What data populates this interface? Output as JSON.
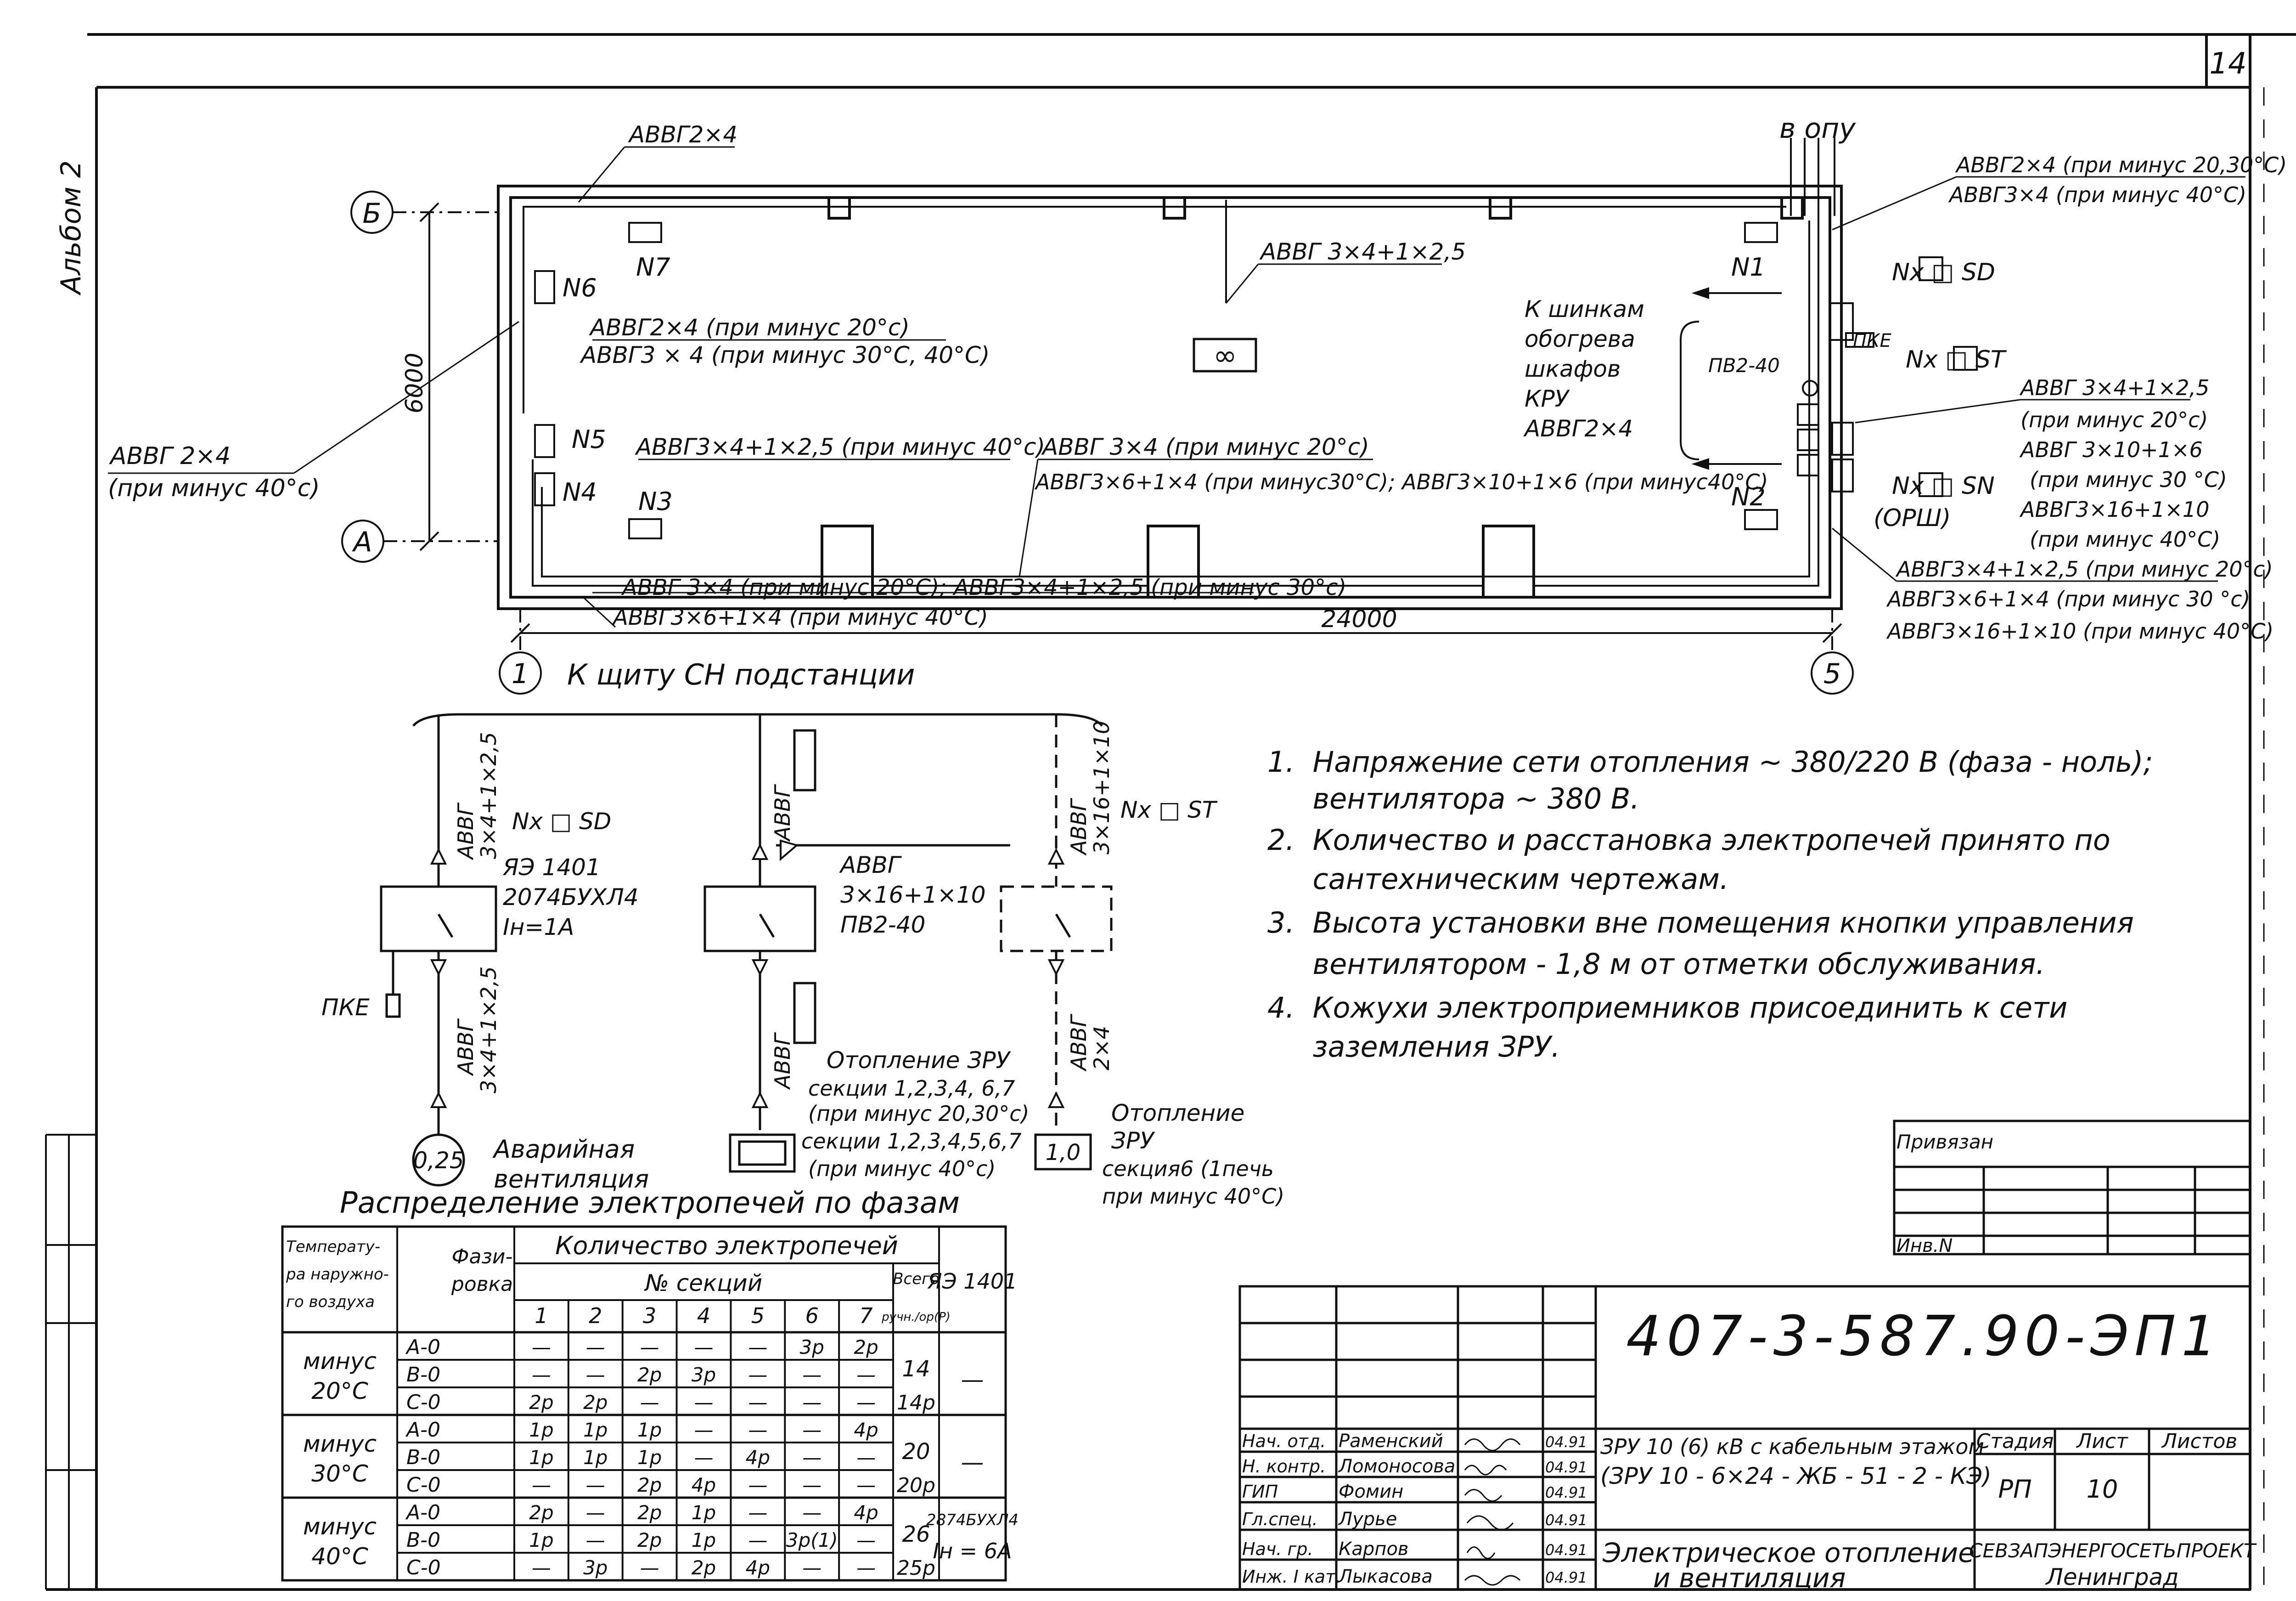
{
  "sheet": {
    "page_number": "14",
    "album": "Альбом 2",
    "drawing_code": "407-3-587.90-ЭП1"
  },
  "plan": {
    "grid": {
      "axis_b": "Б",
      "axis_a": "А",
      "axis_1": "1",
      "axis_5": "5"
    },
    "dim_vertical": "6000",
    "dim_horizontal": "24000",
    "to_substation": "К щиту СН подстанции",
    "to_opu": "в опу",
    "heater_labels": {
      "n1": "N1",
      "n2": "N2",
      "n3": "N3",
      "n4": "N4",
      "n5": "N5",
      "n6": "N6",
      "n7": "N7"
    },
    "cable_labels": {
      "top": "АВВГ2×4",
      "left_1": "АВВГ 2×4",
      "left_2": "(при минус 40°с)",
      "inner_1": "АВВГ2×4 (при минус 20°с)",
      "inner_2": "АВВГ3 × 4 (при минус 30°С, 40°С)",
      "fan_cable": "АВВГ 3×4+1×2,5",
      "n5_cable": "АВВГ3×4+1×2,5 (при минус 40°с)",
      "mid_1": "АВВГ 3×4 (при минус 20°с)",
      "mid_2": "АВВГ3×6+1×4 (при минус30°С); АВВГ3×10+1×6 (при минус40°С)",
      "bottom_1": "АВВГ 3×4 (при минус 20°С); АВВГ3×4+1×2,5 (при минус 30°с)",
      "bottom_2": "АВВГ3×6+1×4 (при минус 40°С)",
      "right_top_1": "АВВГ2×4 (при минус 20,30°С)",
      "right_top_2": "АВВГ3×4 (при минус 40°С)",
      "right_mid_1": "АВВГ 3×4+1×2,5",
      "right_mid_2": "(при минус 20°с)",
      "right_mid_3": "АВВГ 3×10+1×6",
      "right_mid_4": "(при минус 30 °С)",
      "right_mid_5": "АВВГ3×16+1×10",
      "right_mid_6": "(при минус 40°С)",
      "right_bot_1": "АВВГ3×4+1×2,5 (при минус 20°с)",
      "right_bot_2": "АВВГ3×6+1×4 (при минус 30 °с)",
      "right_bot_3": "АВВГ3×16+1×10 (при минус 40°С)"
    },
    "busbar_note": [
      "К шинкам",
      "обогрева",
      "шкафов",
      "КРУ",
      "АВВГ2×4"
    ],
    "pv_label": "ПВ2-40",
    "pke": "ПКЕ",
    "box_sd": "Nx □ SD",
    "box_st": "Nx □ ST",
    "box_sn": "Nx □ SN",
    "orsh": "(ОРШ)"
  },
  "schematic": {
    "left": {
      "cable_top_1": "АВВГ",
      "cable_top_2": "3×4+1×2,5",
      "box": "Nx □ SD",
      "device_1": "ЯЭ 1401",
      "device_2": "2074БУХЛ4",
      "device_3": "Iн=1А",
      "pke": "ПКЕ",
      "cable_bot_1": "АВВГ",
      "cable_bot_2": "3×4+1×2,5",
      "load": "0,25",
      "load_1": "Аварийная",
      "load_2": "вентиляция"
    },
    "middle": {
      "cable_top": "АВВГ",
      "feed_1": "АВВГ",
      "feed_2": "3×16+1×10",
      "feed_3": "ПВ2-40",
      "cable_bot": "АВВГ",
      "load_1": "Отопление ЗРУ",
      "load_2": "секции 1,2,3,4, 6,7",
      "load_3": "(при минус 20,30°с)",
      "load_4": "секции 1,2,3,4,5,6,7",
      "load_5": "(при минус 40°с)"
    },
    "right": {
      "cable_top_1": "АВВГ",
      "cable_top_2": "3×16+1×10",
      "box": "Nx □ ST",
      "cable_bot_1": "АВВГ",
      "cable_bot_2": "2×4",
      "load_value": "1,0",
      "load_1": "Отопление",
      "load_2": "ЗРУ",
      "load_3": "секция6 (1печь",
      "load_4": "при минус 40°С)"
    }
  },
  "notes": [
    "1.  Напряжение сети отопления ~ 380/220 В (фаза - ноль);",
    "     вентилятора ~ 380 В.",
    "2.  Количество и расстановка электропечей принято по",
    "     сантехническим чертежам.",
    "3.  Высота установки вне помещения кнопки управления",
    "     вентилятором - 1,8 м от отметки обслуживания.",
    "4.  Кожухи электроприемников присоединить к сети",
    "     заземления ЗРУ."
  ],
  "phase_table": {
    "title": "Распределение электропечей по фазам",
    "h_temp": [
      "Температу-",
      "ра наружно-",
      "го воздуха"
    ],
    "h_phase": [
      "Фази-",
      "ровка"
    ],
    "h_qty": "Количество электропечей",
    "h_sections": "№ секций",
    "h_total": [
      "Всего",
      "ручн./ор(Р)"
    ],
    "h_ya": "ЯЭ 1401",
    "section_numbers": [
      "1",
      "2",
      "3",
      "4",
      "5",
      "6",
      "7"
    ],
    "groups": [
      {
        "temp": [
          "минус",
          "20°С"
        ],
        "rows": [
          {
            "phase": "А-0",
            "cells": [
              "—",
              "—",
              "—",
              "—",
              "—",
              "3р",
              "2р"
            ]
          },
          {
            "phase": "В-0",
            "cells": [
              "—",
              "—",
              "2р",
              "3р",
              "—",
              "—",
              "—"
            ]
          },
          {
            "phase": "С-0",
            "cells": [
              "2р",
              "2р",
              "—",
              "—",
              "—",
              "—",
              "—"
            ]
          }
        ],
        "total": [
          "14",
          "14р"
        ],
        "ya": [
          "—"
        ]
      },
      {
        "temp": [
          "минус",
          "30°С"
        ],
        "rows": [
          {
            "phase": "А-0",
            "cells": [
              "1р",
              "1р",
              "1р",
              "—",
              "—",
              "—",
              "4р"
            ]
          },
          {
            "phase": "В-0",
            "cells": [
              "1р",
              "1р",
              "1р",
              "—",
              "4р",
              "—",
              "—"
            ]
          },
          {
            "phase": "С-0",
            "cells": [
              "—",
              "—",
              "2р",
              "4р",
              "—",
              "—",
              "—"
            ]
          }
        ],
        "total": [
          "20",
          "20р"
        ],
        "ya": [
          "—"
        ]
      },
      {
        "temp": [
          "минус",
          "40°С"
        ],
        "rows": [
          {
            "phase": "А-0",
            "cells": [
              "2р",
              "—",
              "2р",
              "1р",
              "—",
              "—",
              "4р"
            ]
          },
          {
            "phase": "В-0",
            "cells": [
              "1р",
              "—",
              "2р",
              "1р",
              "—",
              "3р(1)",
              "—"
            ]
          },
          {
            "phase": "С-0",
            "cells": [
              "—",
              "3р",
              "—",
              "2р",
              "4р",
              "—",
              "—"
            ]
          }
        ],
        "total": [
          "26",
          "25р"
        ],
        "ya": [
          "2874БУХЛ4",
          "Iн = 6А"
        ]
      }
    ]
  },
  "title_block": {
    "privyazan": "Привязан",
    "inv": "Инв.N",
    "roles": [
      "Нач. отд.",
      "Н. контр.",
      "ГИП",
      "Гл.спец.",
      "Нач. гр.",
      "Инж. I кат."
    ],
    "names": [
      "Раменский",
      "Ломоносова",
      "Фомин",
      "Лурье",
      "Карпов",
      "Лыкасова"
    ],
    "dates": [
      "04.91",
      "04.91",
      "04.91",
      "04.91",
      "04.91",
      "04.91"
    ],
    "project_1": "ЗРУ 10 (6) кВ с кабельным этажом",
    "project_2": "(ЗРУ 10 - 6×24 - ЖБ - 51 - 2 - КЭ)",
    "title_1": "Электрическое отопление",
    "title_2": "и вентиляция",
    "h_stage": "Стадия",
    "h_sheet": "Лист",
    "h_sheets": "Листов",
    "stage": "РП",
    "sheet_no": "10",
    "org_1": "СЕВЗАПЭНЕРГОСЕТЬПРОЕКТ",
    "org_2": "Ленинград"
  }
}
